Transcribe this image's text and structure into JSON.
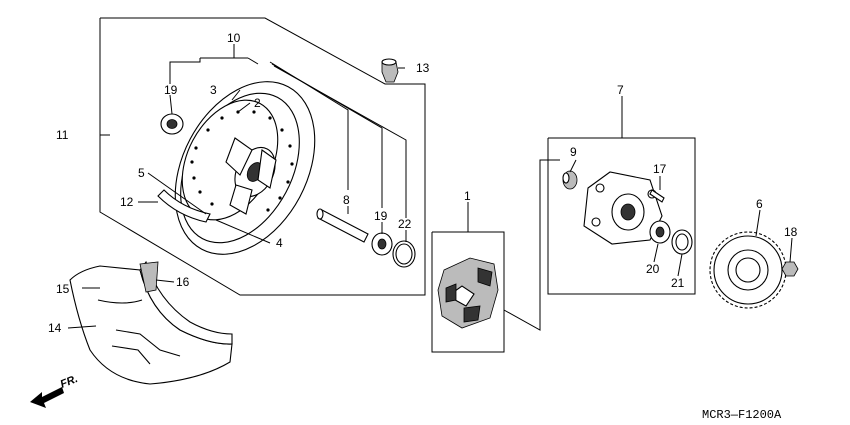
{
  "callouts": [
    {
      "id": "c1",
      "text": "1"
    },
    {
      "id": "c2",
      "text": "2"
    },
    {
      "id": "c3",
      "text": "3"
    },
    {
      "id": "c4",
      "text": "4"
    },
    {
      "id": "c5",
      "text": "5"
    },
    {
      "id": "c6",
      "text": "6"
    },
    {
      "id": "c7",
      "text": "7"
    },
    {
      "id": "c8",
      "text": "8"
    },
    {
      "id": "c9",
      "text": "9"
    },
    {
      "id": "c10",
      "text": "10"
    },
    {
      "id": "c11",
      "text": "11"
    },
    {
      "id": "c12",
      "text": "12"
    },
    {
      "id": "c13",
      "text": "13"
    },
    {
      "id": "c14",
      "text": "14"
    },
    {
      "id": "c15",
      "text": "15"
    },
    {
      "id": "c16",
      "text": "16"
    },
    {
      "id": "c17",
      "text": "17"
    },
    {
      "id": "c18",
      "text": "18"
    },
    {
      "id": "c19a",
      "text": "19"
    },
    {
      "id": "c19b",
      "text": "19"
    },
    {
      "id": "c20",
      "text": "20"
    },
    {
      "id": "c21",
      "text": "21"
    },
    {
      "id": "c22",
      "text": "22"
    }
  ],
  "direction_label": "FR.",
  "diagram_code": "MCR3—F1200A"
}
